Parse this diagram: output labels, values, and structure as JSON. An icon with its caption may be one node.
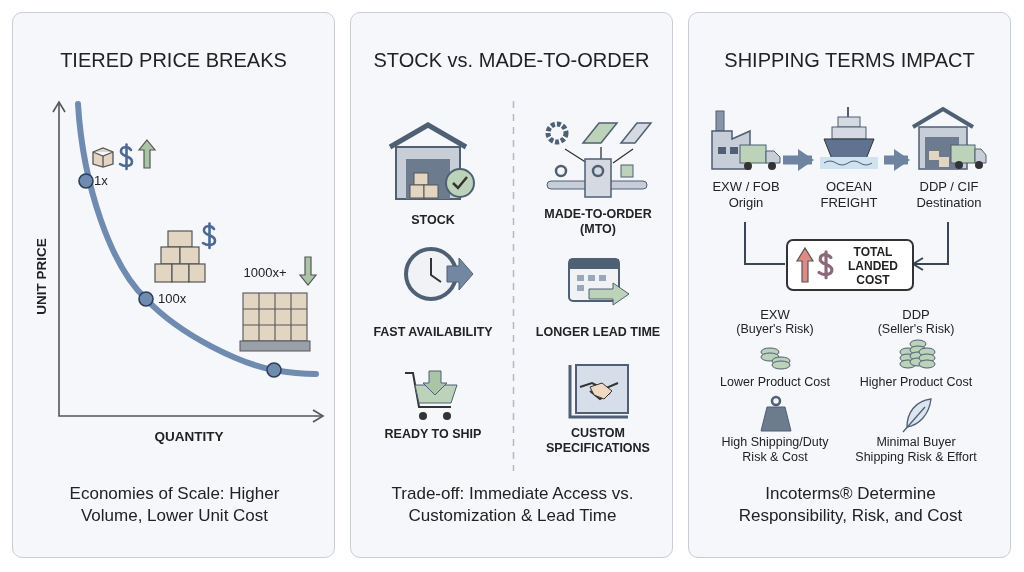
{
  "diagram": {
    "nodes": [
      {
        "text": [
          "TIERED PRICE BREAKS",
          "Economies of Scale: Higher Volume, Lower Unit Cost"
        ]
      },
      {
        "text": [
          "STOCK vs. MADE-TO-ORDER",
          "Trade-off: Immediate Access vs. Customization & Lead Time"
        ]
      },
      {
        "text": [
          "SHIPPING TERMS IMPACT",
          "Incoterms® Determine Responsibility, Risk, and Cost"
        ]
      },
      {
        "text": [
          "EXW / FOB Origin"
        ],
        "in": 2
      },
      {
        "text": [
          "OCEAN FREIGHT"
        ],
        "in": 2
      },
      {
        "text": [
          "DDP / CIF Destination"
        ],
        "in": 2
      },
      {
        "text": [
          "TOTAL LANDED COST"
        ],
        "in": 2
      }
    ],
    "edges": [
      {
        "from": 3,
        "to": 4,
        "arrow": "to",
        "style": "thick"
      },
      {
        "from": 4,
        "to": 5,
        "arrow": "to",
        "style": "thick"
      },
      {
        "from": 3,
        "to": 6,
        "arrow": "none"
      },
      {
        "from": 5,
        "to": 6,
        "arrow": "to"
      }
    ],
    "labels": [
      "1x",
      "100x",
      "1000x+",
      "UNIT PRICE",
      "QUANTITY",
      "STOCK",
      "MADE-TO-ORDER (MTO)",
      "FAST AVAILABILITY",
      "LONGER LEAD TIME",
      "READY TO SHIP",
      "CUSTOM SPECIFICATIONS",
      "EXW",
      "(Buyer's Risk)",
      "DDP",
      "(Seller's Risk)",
      "Lower Product Cost",
      "Higher Product Cost",
      "High Shipping/Duty Risk & Cost",
      "Minimal Buyer Shipping Risk & Effort"
    ]
  }
}
